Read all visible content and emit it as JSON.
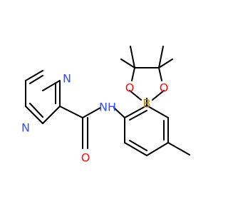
{
  "molecule": {
    "atoms": {
      "n_top": "N",
      "n_bottom": "N",
      "nh": "NH",
      "o_carbonyl": "O",
      "o_left": "O",
      "o_right": "O",
      "b": "B"
    }
  },
  "colors": {
    "nitrogen": "#3050f8",
    "oxygen": "#ff0d0d",
    "boron": "#c08000",
    "bond": "#000000"
  }
}
